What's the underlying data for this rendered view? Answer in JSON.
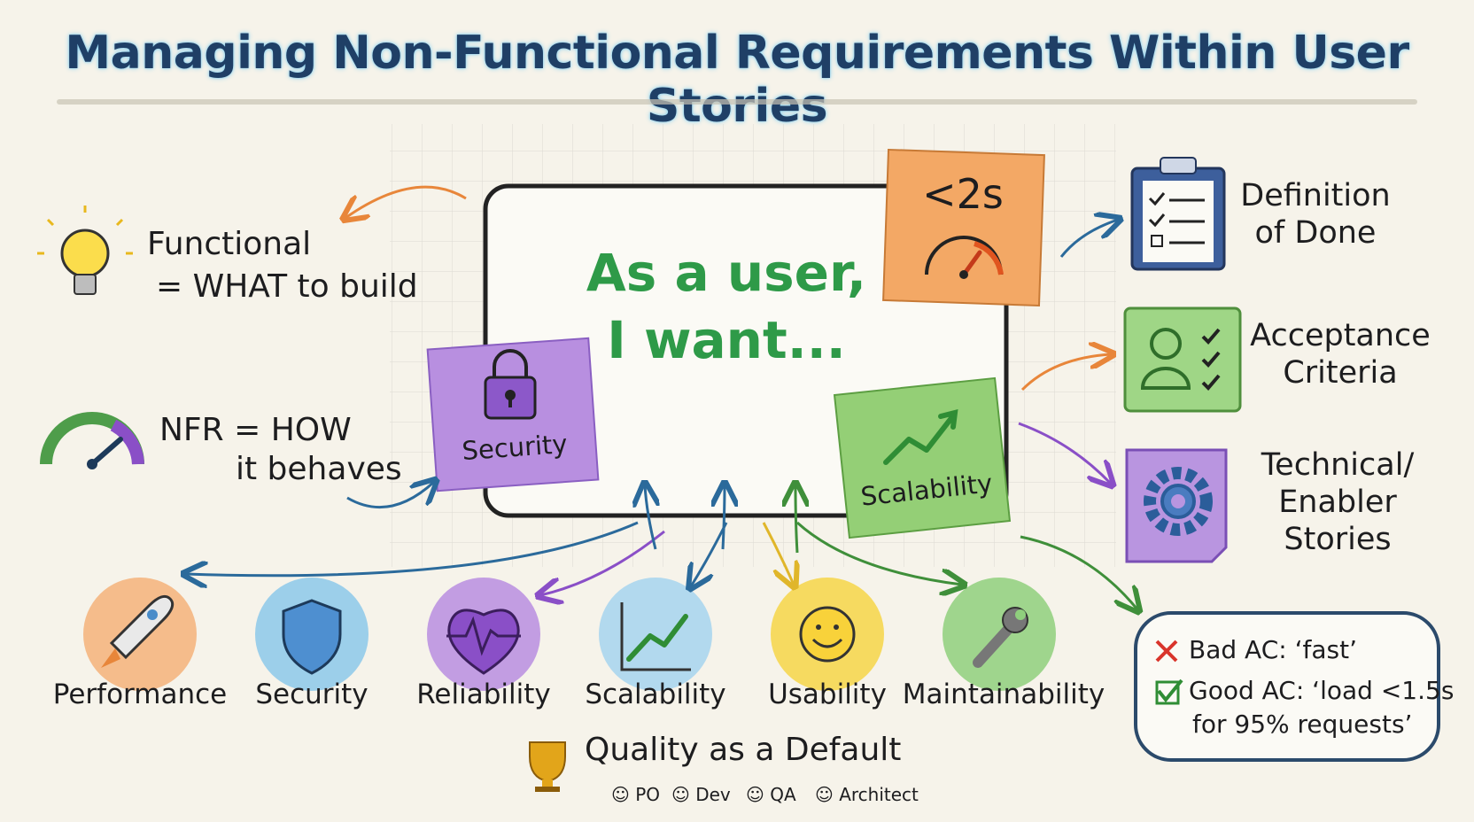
{
  "title": "Managing Non-Functional Requirements Within User Stories",
  "left": {
    "functional": {
      "line1": "Functional",
      "line2": "= WHAT to build",
      "icon": "lightbulb-icon"
    },
    "nfr": {
      "line1": "NFR = HOW",
      "line2": "it behaves",
      "icon": "gauge-icon"
    }
  },
  "center": {
    "story_line1": "As a user,",
    "story_line2": "I want...",
    "security_note": "Security",
    "scalability_note": "Scalability",
    "performance_note": "<2s"
  },
  "right": {
    "dod": {
      "line1": "Definition",
      "line2": "of Done",
      "icon": "clipboard-checklist-icon"
    },
    "ac": {
      "line1": "Acceptance",
      "line2": "Criteria",
      "icon": "user-checklist-icon"
    },
    "tech": {
      "line1": "Technical/",
      "line2": "Enabler",
      "line3": "Stories",
      "icon": "gear-icon"
    }
  },
  "ac_examples": {
    "bad": "Bad AC:  ‘fast’",
    "good_line1": "Good AC: ‘load <1.5s",
    "good_line2": "for 95% requests’"
  },
  "categories": [
    {
      "label": "Performance",
      "icon": "rocket-icon",
      "color": "#f2a25c"
    },
    {
      "label": "Security",
      "icon": "shield-icon",
      "color": "#7fc1ea"
    },
    {
      "label": "Reliability",
      "icon": "heart-pulse-icon",
      "color": "#b98de0"
    },
    {
      "label": "Scalability",
      "icon": "growth-chart-icon",
      "color": "#8cc8ea"
    },
    {
      "label": "Usability",
      "icon": "smiley-icon",
      "color": "#f6d548"
    },
    {
      "label": "Maintainability",
      "icon": "wrench-icon",
      "color": "#8fcf7d"
    }
  ],
  "footer": {
    "quality": "Quality as a Default",
    "roles": [
      "PO",
      "Dev",
      "QA",
      "Architect"
    ]
  },
  "colors": {
    "green": "#2e9a48",
    "orange": "#f2a25c",
    "purple": "#b98de0",
    "blue": "#2b6a9b",
    "title": "#1f3f66"
  }
}
